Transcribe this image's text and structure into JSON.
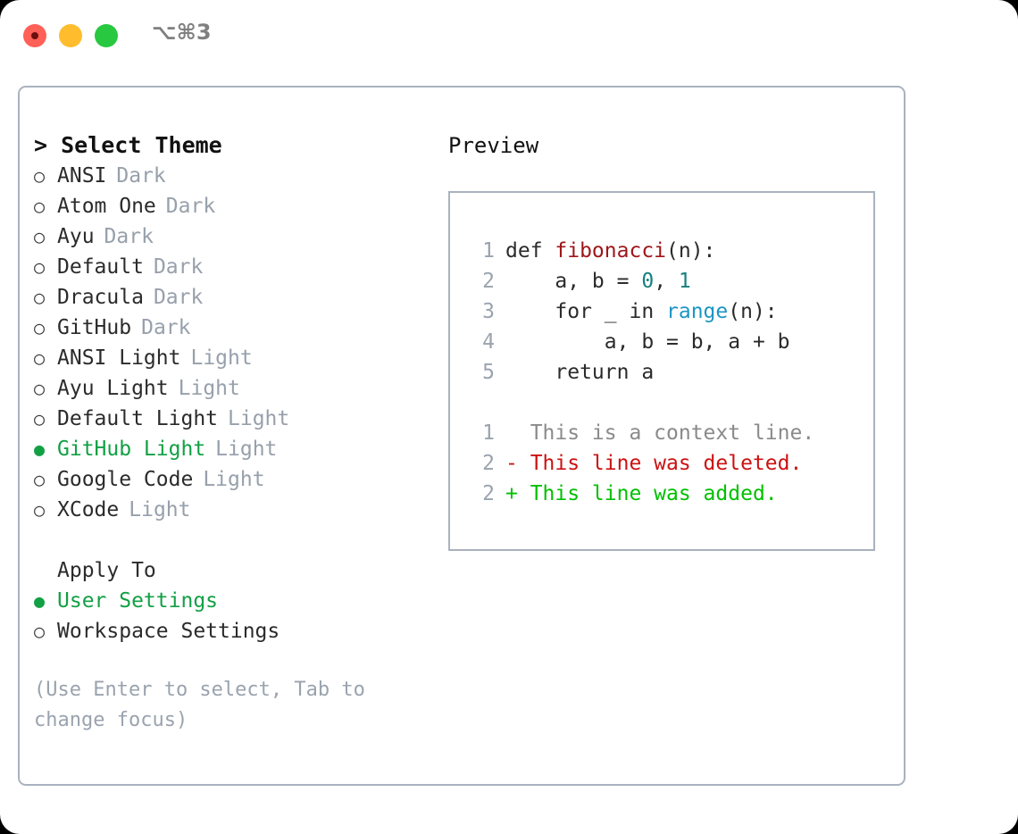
{
  "window": {
    "shortcut": "⌥⌘3",
    "traffic_lights": [
      "close-red",
      "minimize-yellow",
      "maximize-green"
    ]
  },
  "theme_picker": {
    "title": "> Select Theme",
    "items": [
      {
        "marker": "○",
        "label": "ANSI",
        "tag": "Dark",
        "selected": false
      },
      {
        "marker": "○",
        "label": "Atom One",
        "tag": "Dark",
        "selected": false
      },
      {
        "marker": "○",
        "label": "Ayu",
        "tag": "Dark",
        "selected": false
      },
      {
        "marker": "○",
        "label": "Default",
        "tag": "Dark",
        "selected": false
      },
      {
        "marker": "○",
        "label": "Dracula",
        "tag": "Dark",
        "selected": false
      },
      {
        "marker": "○",
        "label": "GitHub",
        "tag": "Dark",
        "selected": false
      },
      {
        "marker": "○",
        "label": "ANSI Light",
        "tag": "Light",
        "selected": false
      },
      {
        "marker": "○",
        "label": "Ayu Light",
        "tag": "Light",
        "selected": false
      },
      {
        "marker": "○",
        "label": "Default Light",
        "tag": "Light",
        "selected": false
      },
      {
        "marker": "●",
        "label": "GitHub Light",
        "tag": "Light",
        "selected": true
      },
      {
        "marker": "○",
        "label": "Google Code",
        "tag": "Light",
        "selected": false
      },
      {
        "marker": "○",
        "label": "XCode",
        "tag": "Light",
        "selected": false
      }
    ]
  },
  "apply_to": {
    "title": "Apply To",
    "items": [
      {
        "marker": "●",
        "label": "User Settings",
        "selected": true
      },
      {
        "marker": "○",
        "label": "Workspace Settings",
        "selected": false
      }
    ]
  },
  "hint": "(Use Enter to select, Tab to change focus)",
  "preview": {
    "label": "Preview",
    "code_lines": [
      {
        "no": "1",
        "parts": [
          {
            "t": "def ",
            "c": "code-text"
          },
          {
            "t": "fibonacci",
            "c": "tok-fn"
          },
          {
            "t": "(n):",
            "c": "code-text"
          }
        ]
      },
      {
        "no": "2",
        "parts": [
          {
            "t": "    a, b = ",
            "c": "code-text"
          },
          {
            "t": "0",
            "c": "tok-num"
          },
          {
            "t": ", ",
            "c": "code-text"
          },
          {
            "t": "1",
            "c": "tok-num"
          }
        ]
      },
      {
        "no": "3",
        "parts": [
          {
            "t": "    for _ in ",
            "c": "code-text"
          },
          {
            "t": "range",
            "c": "tok-call"
          },
          {
            "t": "(n):",
            "c": "code-text"
          }
        ]
      },
      {
        "no": "4",
        "parts": [
          {
            "t": "        a, b = b, a + b",
            "c": "code-text"
          }
        ]
      },
      {
        "no": "5",
        "parts": [
          {
            "t": "    return a",
            "c": "code-text"
          }
        ]
      }
    ],
    "diff_lines": [
      {
        "no": "1",
        "sign": "  ",
        "text": "This is a context line.",
        "cls": "diff-ctx"
      },
      {
        "no": "2",
        "sign": "- ",
        "text": "This line was deleted.",
        "cls": "diff-del"
      },
      {
        "no": "2",
        "sign": "+ ",
        "text": "This line was added.",
        "cls": "diff-add"
      }
    ]
  },
  "colors": {
    "accent_green": "#12a044",
    "muted_gray": "#9aa3ae",
    "border": "#aab2be",
    "diff_add": "#00c000",
    "diff_delete": "#cc1111",
    "token_function": "#9e1519",
    "token_number": "#17807f",
    "token_call": "#1b95c4"
  }
}
